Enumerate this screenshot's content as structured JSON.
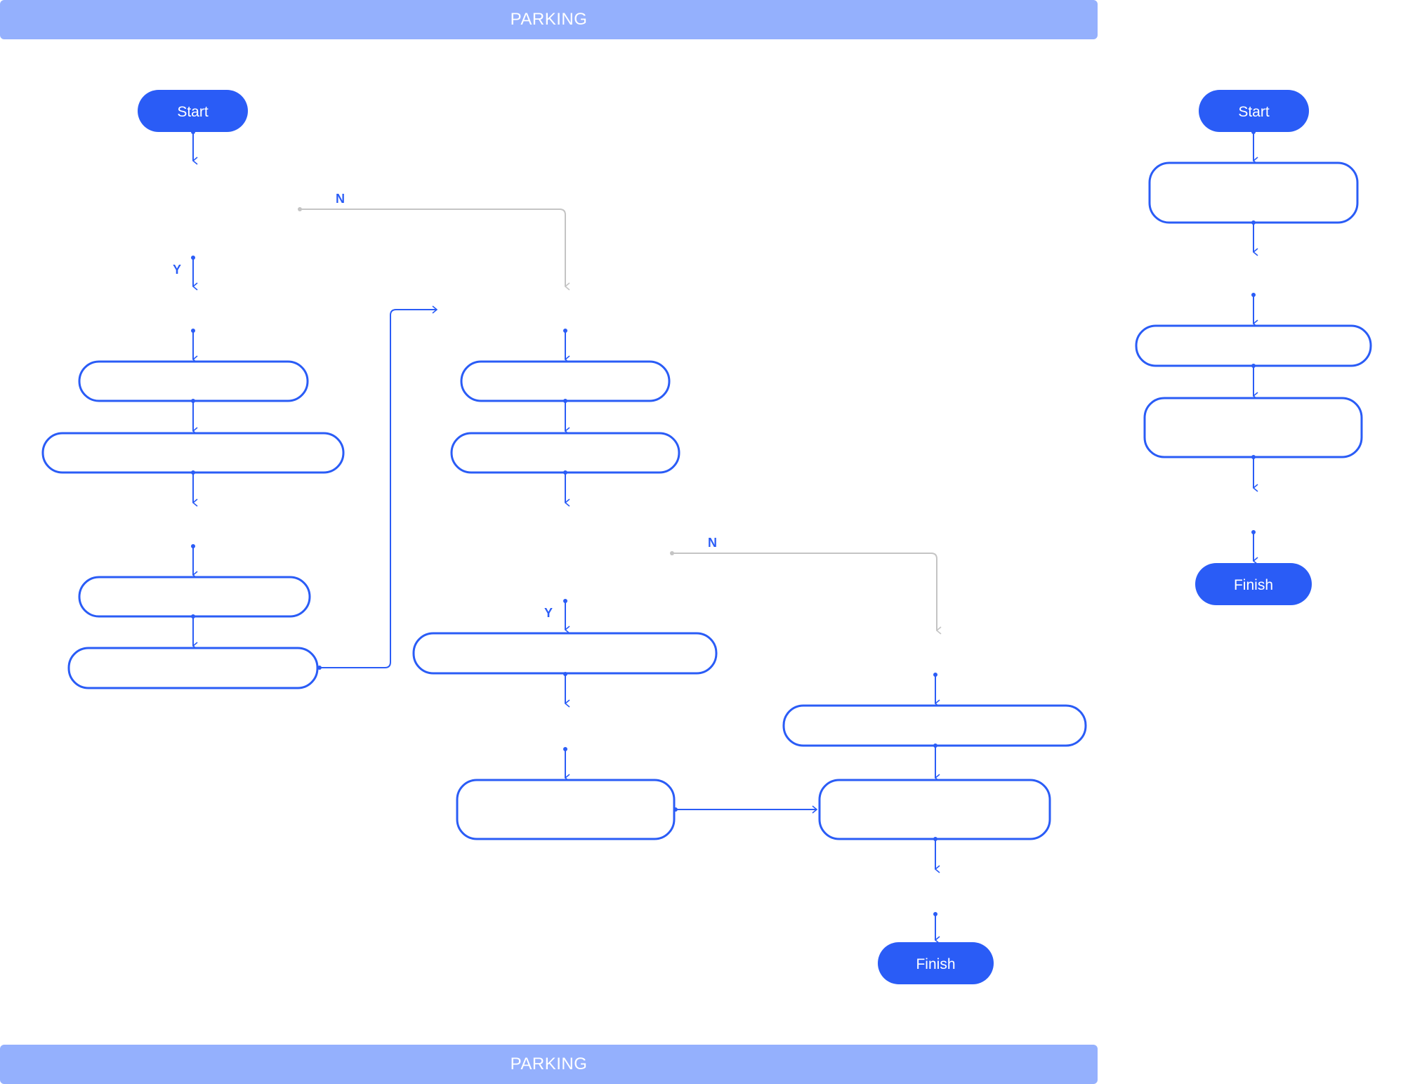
{
  "banners": {
    "top": "PARKING",
    "bottom": "PARKING"
  },
  "flow_left": {
    "start": "Start",
    "finish": "Finish",
    "decision1_no": "N",
    "decision1_yes": "Y",
    "decision2_no": "N",
    "decision2_yes": "Y"
  },
  "flow_right": {
    "start": "Start",
    "finish": "Finish"
  },
  "colors": {
    "accent": "#2a5cf6",
    "banner": "#94b0fd",
    "connector_gray": "#c4c4c4"
  }
}
